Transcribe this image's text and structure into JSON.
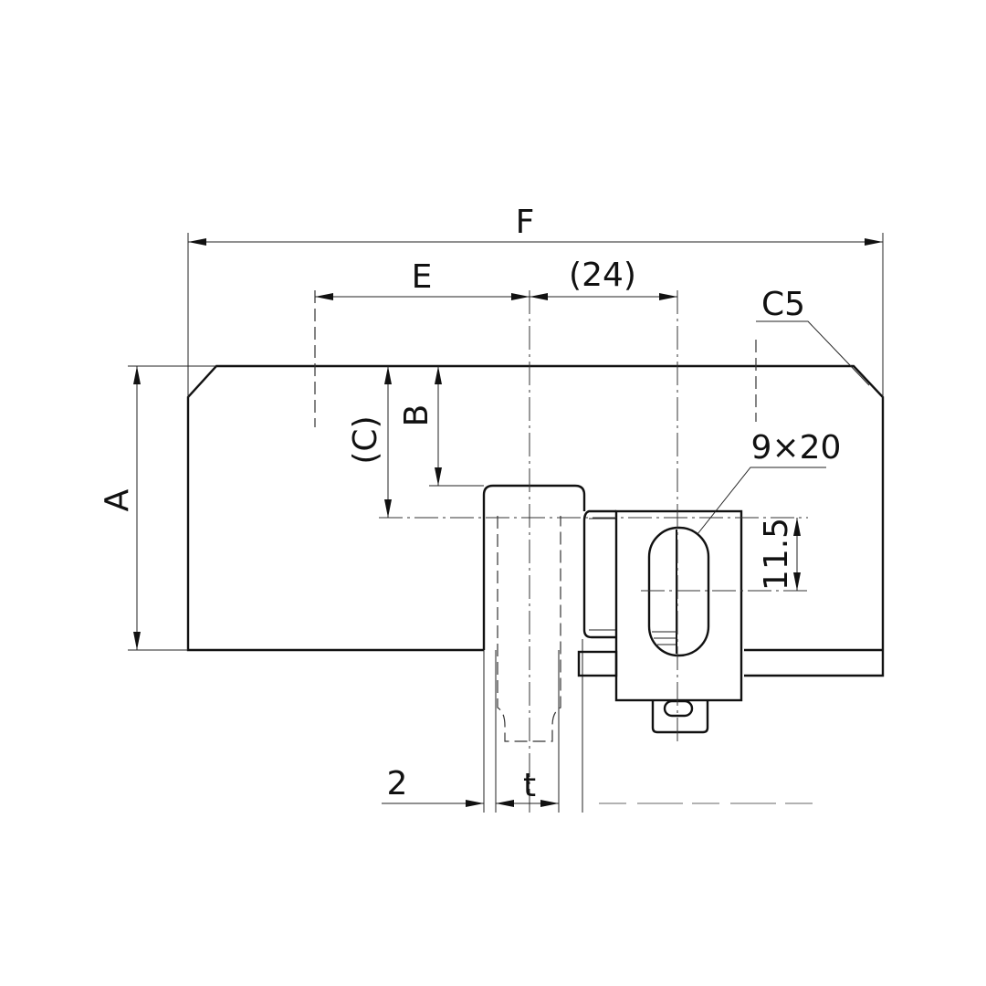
{
  "drawing": {
    "dimensions": {
      "overall_width": "F",
      "offset": "E",
      "reference_offset": "(24)",
      "chamfer": "C5",
      "slot_size": "9×20",
      "slot_offset": "11.5",
      "height": "A",
      "depth": "B",
      "reference_depth": "(C)",
      "gap": "2",
      "thickness": "t"
    }
  }
}
